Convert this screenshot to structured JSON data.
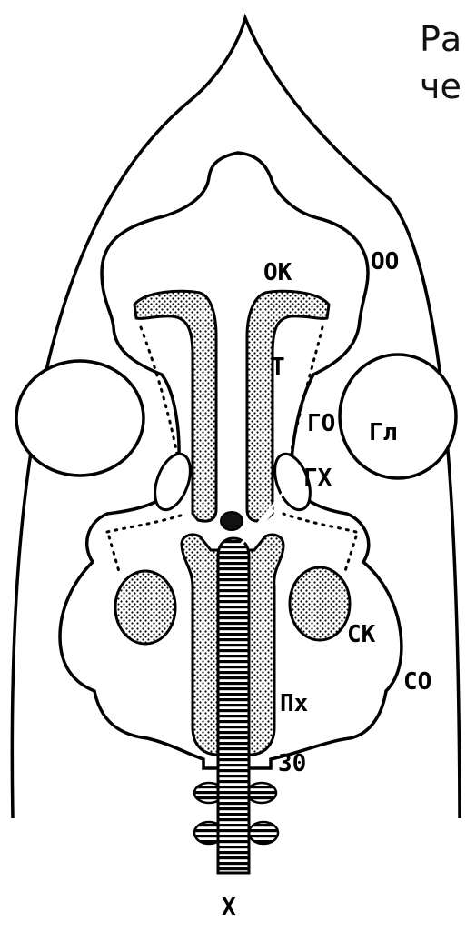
{
  "header": {
    "line1": "Ра",
    "line2": "че"
  },
  "labels": {
    "oo": "ОО",
    "ok": "ОК",
    "t": "Т",
    "go": "ГО",
    "gl": "Гл",
    "gh": "ГХ",
    "sk": "СК",
    "so": "СО",
    "px": "Пх",
    "zo": "30",
    "x": "Х"
  }
}
